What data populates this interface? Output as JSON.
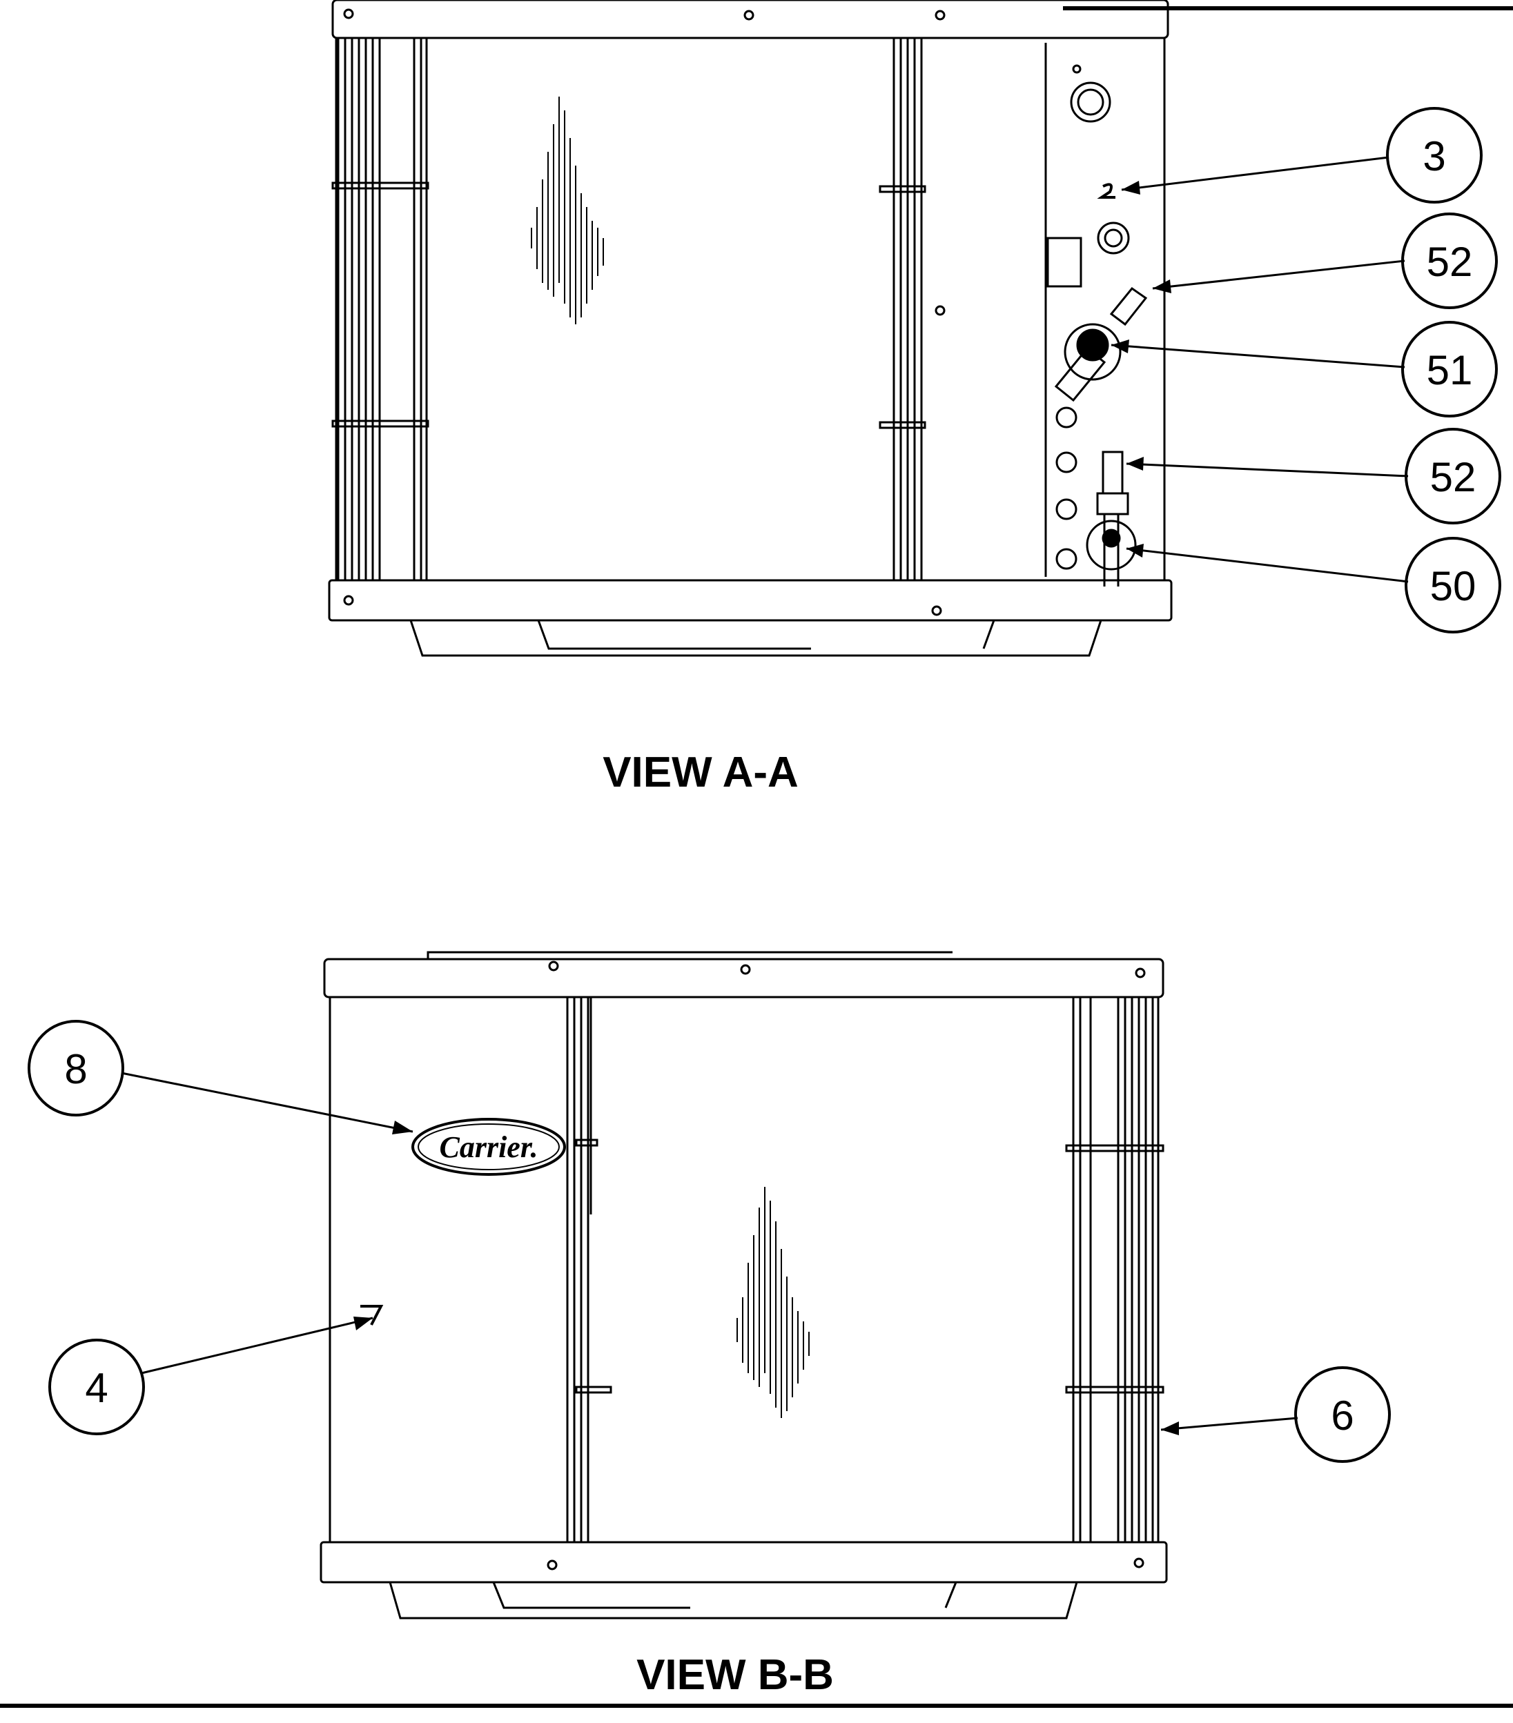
{
  "views": [
    {
      "title": "VIEW A-A",
      "callouts": [
        {
          "label": "3"
        },
        {
          "label": "52"
        },
        {
          "label": "51"
        },
        {
          "label": "52"
        },
        {
          "label": "50"
        }
      ]
    },
    {
      "title": "VIEW B-B",
      "callouts": [
        {
          "label": "8"
        },
        {
          "label": "4"
        },
        {
          "label": "6"
        }
      ]
    }
  ],
  "brand": {
    "logo_text": "Carrier."
  },
  "colors": {
    "line": "#000000",
    "background": "#ffffff"
  }
}
